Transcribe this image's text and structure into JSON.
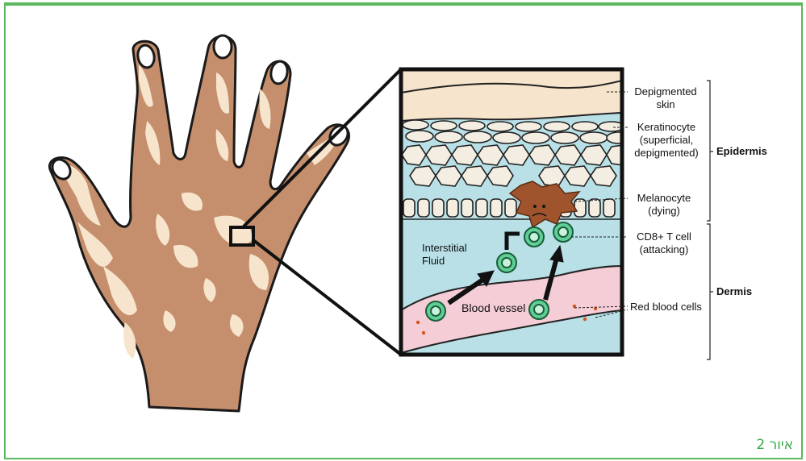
{
  "figure": {
    "caption": "איור 2",
    "labels": {
      "depigmented_skin": "Depigmented\nskin",
      "keratinocyte": "Keratinocyte\n(superficial,\ndepigmented)",
      "melanocyte": "Melanocyte\n(dying)",
      "cd8": "CD8+ T cell\n(attacking)",
      "red_blood_cells": "Red blood cells",
      "interstitial_fluid": "Interstitial\nFluid",
      "blood_vessel": "Blood vessel",
      "epidermis": "Epidermis",
      "dermis": "Dermis"
    }
  },
  "colors": {
    "frame": "#5cb85c",
    "skin": "#c58e6c",
    "depigmented": "#f7e4cc",
    "fluid": "#b8e0e6",
    "vessel": "#f5cdd6",
    "tcell": "#5fcf96",
    "melanocyte": "#a0542e"
  }
}
